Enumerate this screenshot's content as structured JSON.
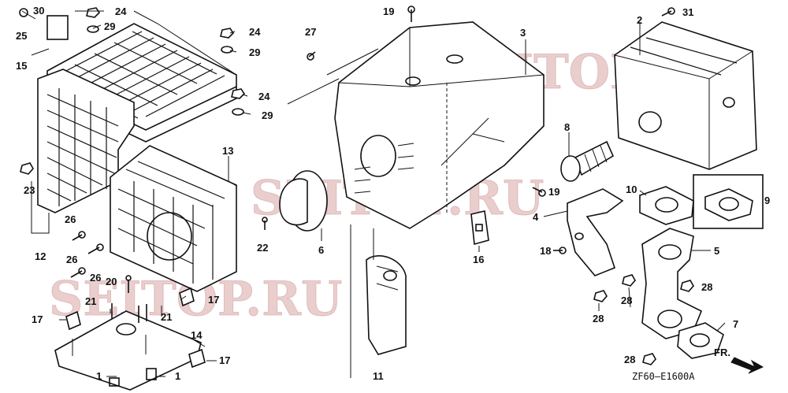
{
  "diagram": {
    "callouts": [
      {
        "id": "c30",
        "label": "30"
      },
      {
        "id": "c25",
        "label": "25"
      },
      {
        "id": "c15",
        "label": "15"
      },
      {
        "id": "c24a",
        "label": "24"
      },
      {
        "id": "c29a",
        "label": "29"
      },
      {
        "id": "c24b",
        "label": "24"
      },
      {
        "id": "c29b",
        "label": "29"
      },
      {
        "id": "c24c",
        "label": "24"
      },
      {
        "id": "c29c",
        "label": "29"
      },
      {
        "id": "c23",
        "label": "23"
      },
      {
        "id": "c12",
        "label": "12"
      },
      {
        "id": "c13",
        "label": "13"
      },
      {
        "id": "c26a",
        "label": "26"
      },
      {
        "id": "c26b",
        "label": "26"
      },
      {
        "id": "c26c",
        "label": "26"
      },
      {
        "id": "c20",
        "label": "20"
      },
      {
        "id": "c21a",
        "label": "21"
      },
      {
        "id": "c21b",
        "label": "21"
      },
      {
        "id": "c17a",
        "label": "17"
      },
      {
        "id": "c17b",
        "label": "17"
      },
      {
        "id": "c17c",
        "label": "17"
      },
      {
        "id": "c14",
        "label": "14"
      },
      {
        "id": "c1a",
        "label": "1"
      },
      {
        "id": "c1b",
        "label": "1"
      },
      {
        "id": "c27",
        "label": "27"
      },
      {
        "id": "c22",
        "label": "22"
      },
      {
        "id": "c6",
        "label": "6"
      },
      {
        "id": "c19a",
        "label": "19"
      },
      {
        "id": "c3",
        "label": "3"
      },
      {
        "id": "c19b",
        "label": "19"
      },
      {
        "id": "c16",
        "label": "16"
      },
      {
        "id": "c11",
        "label": "11"
      },
      {
        "id": "c2",
        "label": "2"
      },
      {
        "id": "c31",
        "label": "31"
      },
      {
        "id": "c8",
        "label": "8"
      },
      {
        "id": "c10",
        "label": "10"
      },
      {
        "id": "c9",
        "label": "9"
      },
      {
        "id": "c4",
        "label": "4"
      },
      {
        "id": "c5",
        "label": "5"
      },
      {
        "id": "c18",
        "label": "18"
      },
      {
        "id": "c28a",
        "label": "28"
      },
      {
        "id": "c28b",
        "label": "28"
      },
      {
        "id": "c28c",
        "label": "28"
      },
      {
        "id": "c28d",
        "label": "28"
      },
      {
        "id": "c7",
        "label": "7"
      }
    ],
    "diagram_code": "ZF60—E1600A",
    "direction_label": "FR.",
    "watermarks": [
      "SEITOP.RU",
      "SEITOP.RU",
      "SEITOP.RU"
    ]
  }
}
